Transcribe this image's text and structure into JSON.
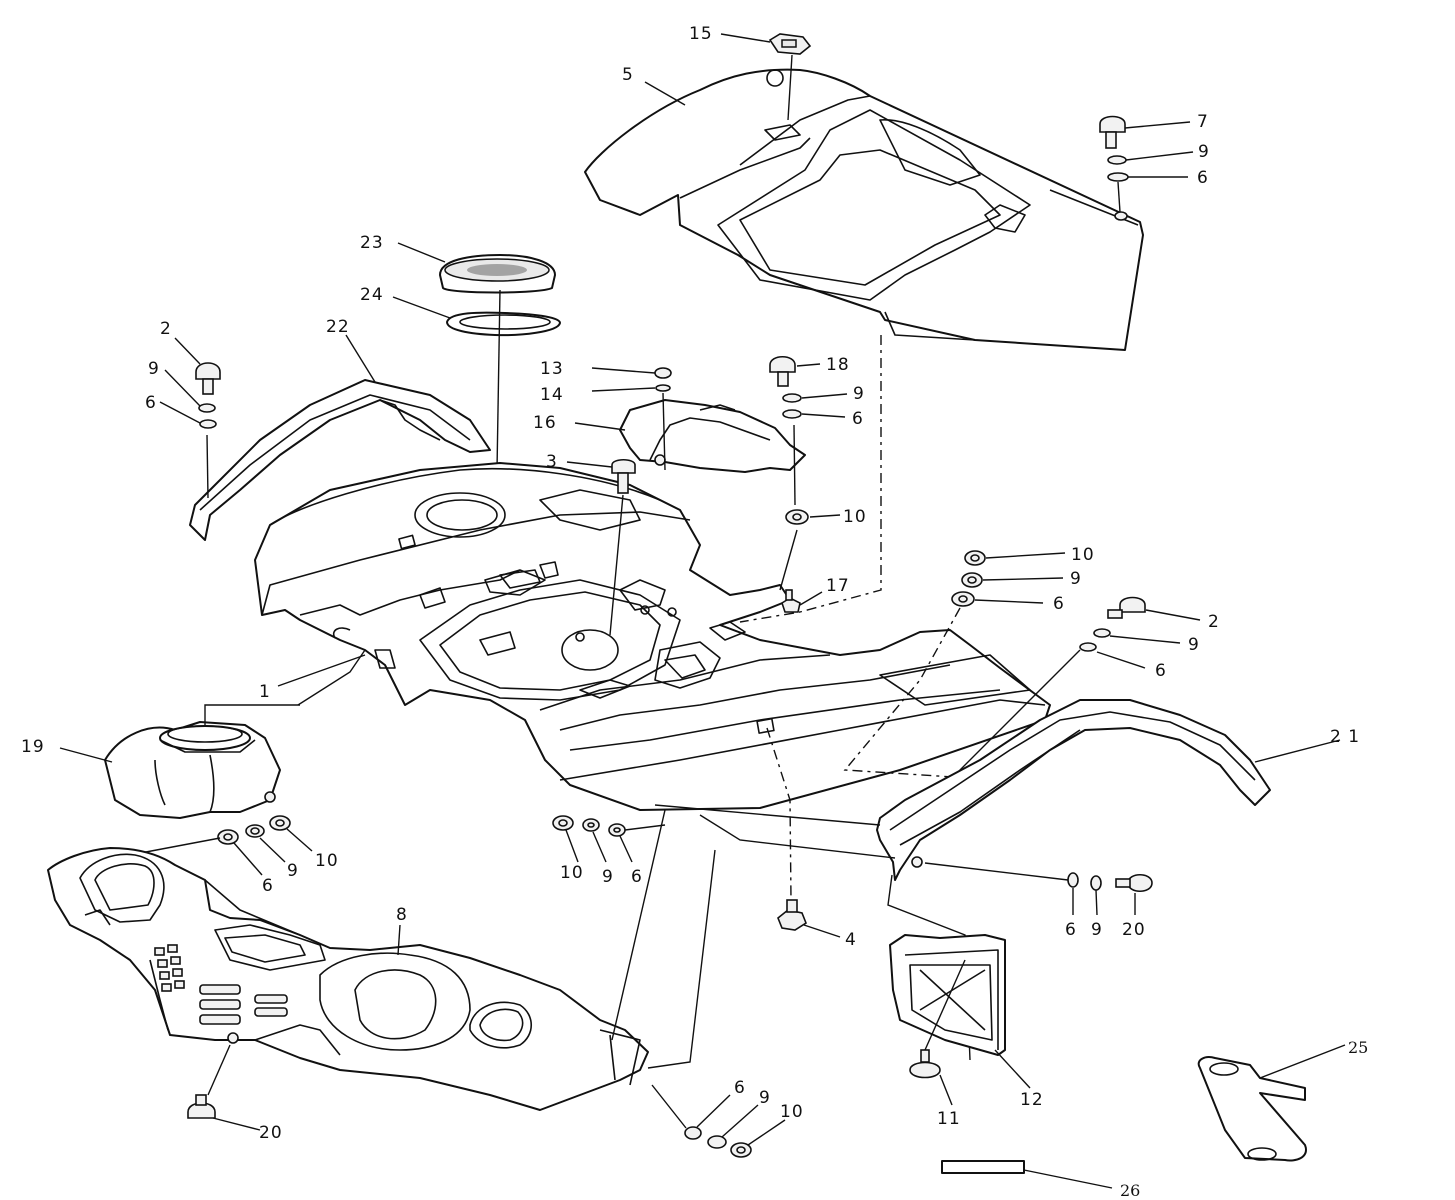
{
  "callouts": {
    "c1": "1",
    "c2a": "2",
    "c2b": "2",
    "c3": "3",
    "c4": "4",
    "c5": "5",
    "c6a": "6",
    "c6b": "6",
    "c6c": "6",
    "c6d": "6",
    "c6e": "6",
    "c6f": "6",
    "c6g": "6",
    "c6h": "6",
    "c6i": "6",
    "c7": "7",
    "c8": "8",
    "c9a": "9",
    "c9b": "9",
    "c9c": "9",
    "c9d": "9",
    "c9e": "9",
    "c9f": "9",
    "c9g": "9",
    "c9h": "9",
    "c9i": "9",
    "c10a": "10",
    "c10b": "10",
    "c10c": "10",
    "c10d": "10",
    "c10e": "10",
    "c11": "11",
    "c12": "12",
    "c13": "13",
    "c14": "14",
    "c15": "15",
    "c16": "16",
    "c17": "17",
    "c18": "18",
    "c19": "19",
    "c20a": "20",
    "c20b": "20",
    "c21": "2 1",
    "c22": "22",
    "c23": "23",
    "c24": "24",
    "c25": "25",
    "c26": "26"
  }
}
